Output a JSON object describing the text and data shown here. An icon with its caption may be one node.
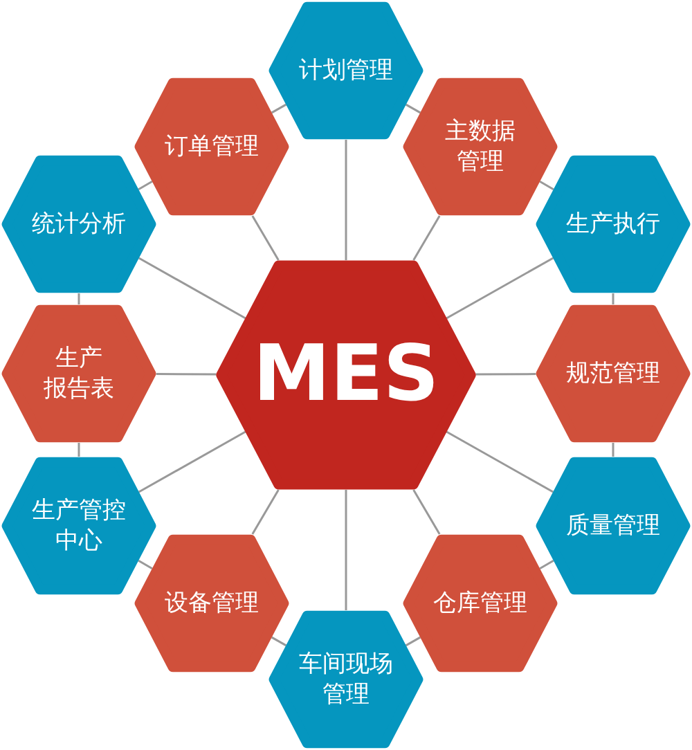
{
  "diagram": {
    "nodes": [
      {
        "text": [
          "MES"
        ]
      },
      {
        "text": [
          "计划管理"
        ]
      },
      {
        "text": [
          "主数据管理"
        ]
      },
      {
        "text": [
          "生产执行"
        ]
      },
      {
        "text": [
          "规范管理"
        ]
      },
      {
        "text": [
          "质量管理"
        ]
      },
      {
        "text": [
          "仓库管理"
        ]
      },
      {
        "text": [
          "车间现场管理"
        ]
      },
      {
        "text": [
          "设备管理"
        ]
      },
      {
        "text": [
          "生产管控中心"
        ]
      },
      {
        "text": [
          "生产报告表"
        ]
      },
      {
        "text": [
          "统计分析"
        ]
      },
      {
        "text": [
          "订单管理"
        ]
      }
    ],
    "edges": [
      {
        "from": 0,
        "to": 1,
        "arrow": "none"
      },
      {
        "from": 0,
        "to": 2,
        "arrow": "none"
      },
      {
        "from": 0,
        "to": 3,
        "arrow": "none"
      },
      {
        "from": 0,
        "to": 4,
        "arrow": "none"
      },
      {
        "from": 0,
        "to": 5,
        "arrow": "none"
      },
      {
        "from": 0,
        "to": 6,
        "arrow": "none"
      },
      {
        "from": 0,
        "to": 7,
        "arrow": "none"
      },
      {
        "from": 0,
        "to": 8,
        "arrow": "none"
      },
      {
        "from": 0,
        "to": 9,
        "arrow": "none"
      },
      {
        "from": 0,
        "to": 10,
        "arrow": "none"
      },
      {
        "from": 0,
        "to": 11,
        "arrow": "none"
      },
      {
        "from": 0,
        "to": 12,
        "arrow": "none"
      },
      {
        "from": 1,
        "to": 2,
        "arrow": "none"
      },
      {
        "from": 2,
        "to": 3,
        "arrow": "none"
      },
      {
        "from": 3,
        "to": 4,
        "arrow": "none"
      },
      {
        "from": 4,
        "to": 5,
        "arrow": "none"
      },
      {
        "from": 5,
        "to": 6,
        "arrow": "none"
      },
      {
        "from": 6,
        "to": 7,
        "arrow": "none"
      },
      {
        "from": 7,
        "to": 8,
        "arrow": "none"
      },
      {
        "from": 8,
        "to": 9,
        "arrow": "none"
      },
      {
        "from": 9,
        "to": 10,
        "arrow": "none"
      },
      {
        "from": 10,
        "to": 11,
        "arrow": "none"
      },
      {
        "from": 11,
        "to": 12,
        "arrow": "none"
      },
      {
        "from": 12,
        "to": 1,
        "arrow": "none"
      }
    ]
  }
}
